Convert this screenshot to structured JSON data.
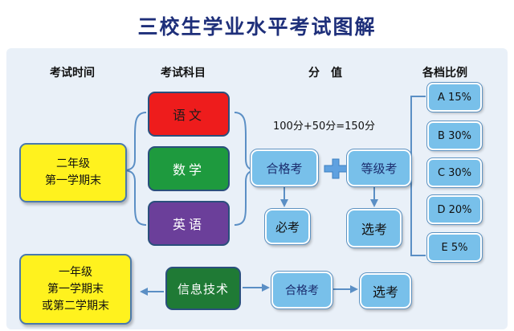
{
  "title": "三校生学业水平考试图解",
  "headers": {
    "time": "考试时间",
    "subject": "考试科目",
    "score": "分　值",
    "ratio": "各档比例"
  },
  "times": {
    "grade2": "二年级\n第一学期末",
    "grade1": "一年级\n第一学期末\n或第二学期末"
  },
  "subjects": {
    "chinese": "语文",
    "math": "数学",
    "english": "英语",
    "it": "信息技术"
  },
  "score_formula": "100分+50分=150分",
  "exam_types": {
    "pass_exam": "合格考",
    "grade_exam": "等级考",
    "required": "必考",
    "elective": "选考"
  },
  "plus_sign": "+",
  "levels": [
    {
      "label": "A 15%"
    },
    {
      "label": "B 30%"
    },
    {
      "label": "C 30%"
    },
    {
      "label": "D 20%"
    },
    {
      "label": "E 5%"
    }
  ],
  "colors": {
    "title": "#1e2f7a",
    "red": "#ee1c1c",
    "green": "#1e9a3e",
    "purple": "#6b3f9a",
    "darkgreen": "#1f7a35",
    "yellow": "#fff21e",
    "lightblue": "#78c0ea",
    "connector": "#5b8fc5"
  }
}
